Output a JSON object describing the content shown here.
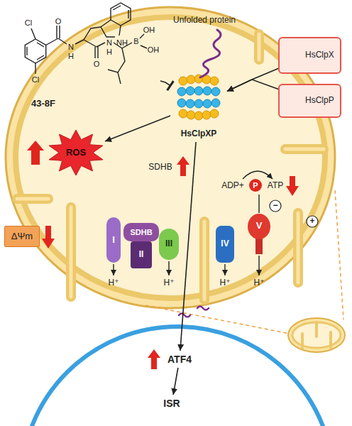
{
  "diagram": {
    "nodes": [
      {
        "text": [
          "43-8F"
        ]
      },
      {
        "text": [
          "HsClpX"
        ]
      },
      {
        "text": [
          "HsClpP"
        ]
      },
      {
        "text": [
          "HsClpXP"
        ]
      },
      {
        "text": [
          "ROS"
        ]
      },
      {
        "text": [
          "I"
        ]
      },
      {
        "text": [
          "SDHB",
          "II"
        ]
      },
      {
        "text": [
          "III"
        ]
      },
      {
        "text": [
          "IV"
        ]
      },
      {
        "text": [
          "V"
        ]
      },
      {
        "text": [
          "ΔΨm"
        ]
      },
      {
        "text": [
          "ATF4"
        ]
      },
      {
        "text": [
          "ISR"
        ]
      }
    ],
    "edges": [
      {
        "from": 0,
        "to": 3,
        "arrow": "to"
      },
      {
        "from": 1,
        "to": 3,
        "arrow": "to"
      },
      {
        "from": 2,
        "to": 3,
        "arrow": "to"
      },
      {
        "from": 3,
        "to": 4,
        "arrow": "to"
      },
      {
        "from": 3,
        "to": 11,
        "arrow": "to"
      },
      {
        "from": 11,
        "to": 12,
        "arrow": "to"
      }
    ],
    "labels": [
      "Cl",
      "Cl",
      "O",
      "O",
      "N",
      "H",
      "NH",
      "N",
      "H",
      "B",
      "OH",
      "OH",
      "Unfolded protein",
      "SDHB",
      "ADP+",
      "P",
      "ATP",
      "−",
      "+",
      "H⁺",
      "H⁺",
      "H⁺",
      "H⁺"
    ]
  }
}
